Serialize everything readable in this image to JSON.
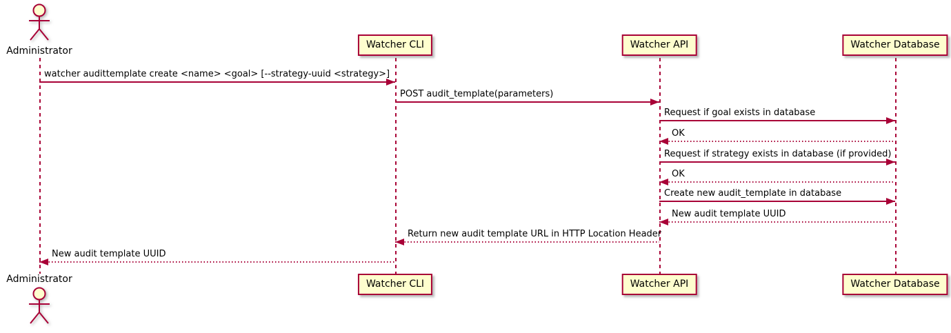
{
  "diagram": {
    "type": "sequence",
    "colors": {
      "border": "#A80036",
      "arrow": "#A80036",
      "lifeline": "#A80036",
      "participant_fill": "#FEFECE",
      "text": "#000000",
      "background": "#FFFFFF"
    },
    "lanes": [
      {
        "label": "Administrator",
        "kind": "actor"
      },
      {
        "label": "Watcher CLI",
        "kind": "participant"
      },
      {
        "label": "Watcher API",
        "kind": "participant"
      },
      {
        "label": "Watcher Database",
        "kind": "participant"
      }
    ],
    "messages": [
      {
        "from": "Administrator",
        "to": "Watcher CLI",
        "style": "solid",
        "label": "watcher audittemplate create <name> <goal> [--strategy-uuid <strategy>]"
      },
      {
        "from": "Watcher CLI",
        "to": "Watcher API",
        "style": "solid",
        "label": "POST audit_template(parameters)"
      },
      {
        "from": "Watcher API",
        "to": "Watcher Database",
        "style": "solid",
        "label": "Request if goal exists in database"
      },
      {
        "from": "Watcher Database",
        "to": "Watcher API",
        "style": "dotted",
        "label": "OK"
      },
      {
        "from": "Watcher API",
        "to": "Watcher Database",
        "style": "solid",
        "label": "Request if strategy exists in database (if provided)"
      },
      {
        "from": "Watcher Database",
        "to": "Watcher API",
        "style": "dotted",
        "label": "OK"
      },
      {
        "from": "Watcher API",
        "to": "Watcher Database",
        "style": "solid",
        "label": "Create new audit_template in database"
      },
      {
        "from": "Watcher Database",
        "to": "Watcher API",
        "style": "dotted",
        "label": "New audit template UUID"
      },
      {
        "from": "Watcher API",
        "to": "Watcher CLI",
        "style": "dotted",
        "label": "Return new audit template URL in HTTP Location Header"
      },
      {
        "from": "Watcher CLI",
        "to": "Administrator",
        "style": "dotted",
        "label": "New audit template UUID"
      }
    ]
  }
}
